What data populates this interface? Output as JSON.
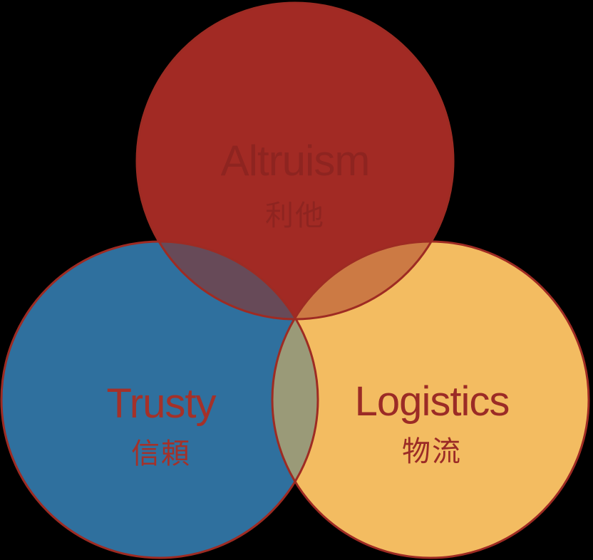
{
  "diagram": {
    "type": "venn",
    "background_color": "#000000",
    "outline_color": "#9E2B23",
    "circles": [
      {
        "id": "altruism",
        "label": "Altruism",
        "sublabel": "利他",
        "fill": "#A22A24",
        "text_color": "#8E2420"
      },
      {
        "id": "trusty",
        "label": "Trusty",
        "sublabel": "信頼",
        "fill": "#2F709E",
        "text_color": "#A43129"
      },
      {
        "id": "logistics",
        "label": "Logistics",
        "sublabel": "物流",
        "fill": "#F3BC61",
        "text_color": "#9B2B26"
      }
    ],
    "overlaps": [
      {
        "between": "altruism-trusty",
        "color": "#674A58"
      },
      {
        "between": "altruism-logistics",
        "color": "#CC7A44"
      },
      {
        "between": "trusty-logistics",
        "color": "#9A9A78"
      }
    ]
  }
}
